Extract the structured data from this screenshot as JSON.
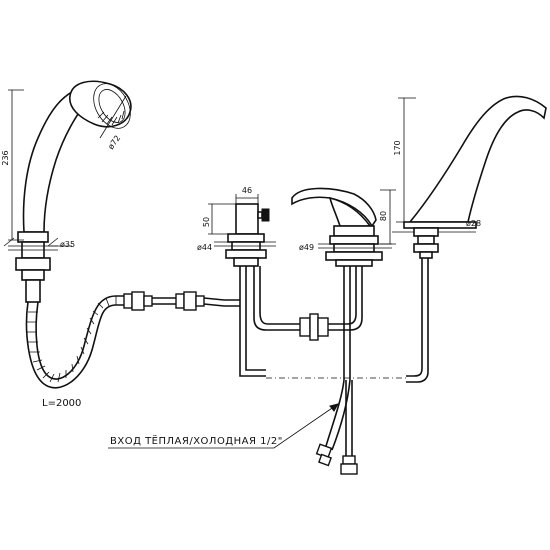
{
  "drawing": {
    "hose_length_label": "L=2000",
    "inlet_label": "ВХОД ТЁПЛАЯ/ХОЛОДНАЯ  1/2\"",
    "dimensions": {
      "shower_height": "236",
      "shower_head_diameter": "ø72",
      "shower_base_diameter": "ø35",
      "diverter_width": "46",
      "diverter_height": "50",
      "diverter_base_diameter": "ø44",
      "mixer_base_diameter": "ø49",
      "mixer_height": "80",
      "spout_height": "170",
      "spout_base_diameter": "ø28"
    }
  }
}
